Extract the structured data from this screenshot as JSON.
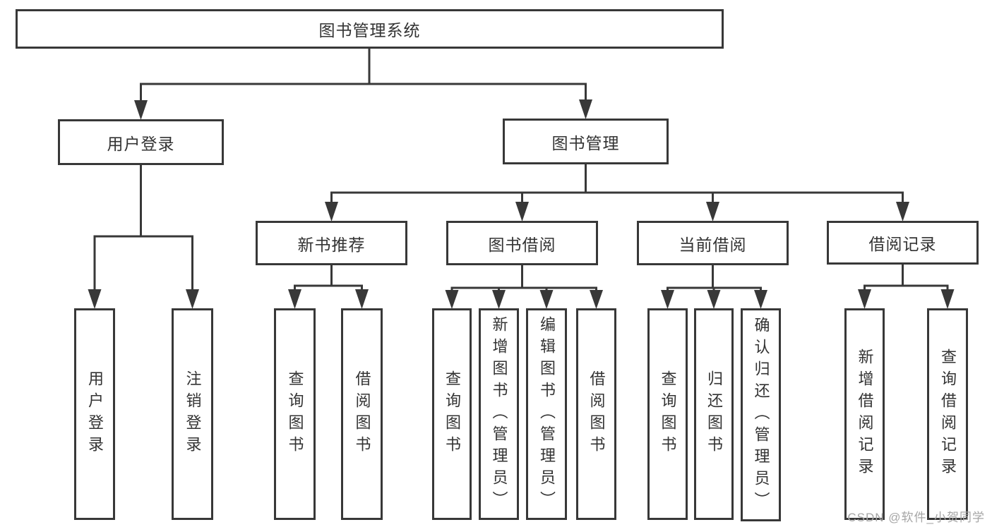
{
  "tree": {
    "root": {
      "label": "图书管理系统",
      "children": [
        {
          "label": "用户登录",
          "children": [
            {
              "label": "用户登录"
            },
            {
              "label": "注销登录"
            }
          ]
        },
        {
          "label": "图书管理",
          "children": [
            {
              "label": "新书推荐",
              "children": [
                {
                  "label": "查询图书"
                },
                {
                  "label": "借阅图书"
                }
              ]
            },
            {
              "label": "图书借阅",
              "children": [
                {
                  "label": "查询图书"
                },
                {
                  "label": "新增图书（管理员）"
                },
                {
                  "label": "编辑图书（管理员）"
                },
                {
                  "label": "借阅图书"
                }
              ]
            },
            {
              "label": "当前借阅",
              "children": [
                {
                  "label": "查询图书"
                },
                {
                  "label": "归还图书"
                },
                {
                  "label": "确认归还（管理员）"
                }
              ]
            },
            {
              "label": "借阅记录",
              "children": [
                {
                  "label": "新增借阅记录"
                },
                {
                  "label": "查询借阅记录"
                }
              ]
            }
          ]
        }
      ]
    }
  },
  "watermark": "CSDN @软件_小贺同学",
  "colors": {
    "line": "#383838",
    "text": "#333333",
    "watermark": "#a6a6a6",
    "background": "#ffffff"
  }
}
